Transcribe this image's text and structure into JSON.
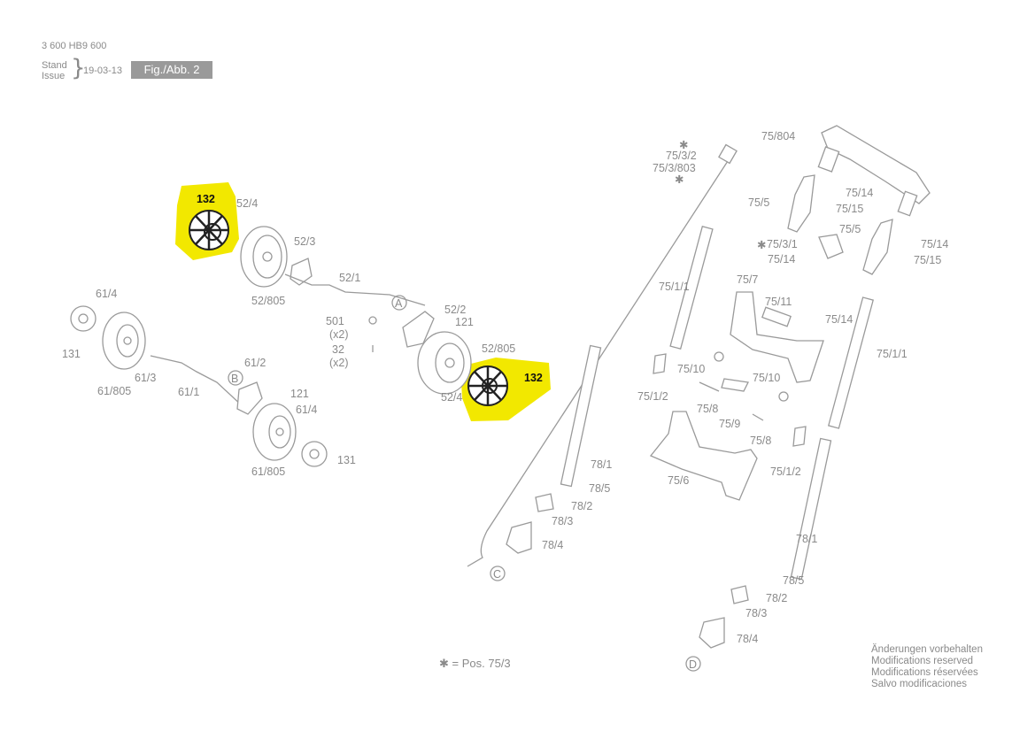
{
  "header": {
    "part_number": "3 600 HB9 600",
    "stand_label": "Stand",
    "issue_label": "Issue",
    "date": "19-03-13",
    "figure": "Fig./Abb. 2"
  },
  "footnote": {
    "star": "✱",
    "text": "= Pos. 75/3"
  },
  "notice": {
    "de": "Änderungen vorbehalten",
    "en": "Modifications reserved",
    "fr": "Modifications réservées",
    "es": "Salvo modificaciones"
  },
  "star": "✱",
  "highlight_color": "#f2e800",
  "circle_labels": {
    "a": "A",
    "b": "B",
    "c": "C",
    "d": "D"
  },
  "labels": {
    "p132": "132",
    "p52_4": "52/4",
    "p52_3": "52/3",
    "p52_805": "52/805",
    "p52_1": "52/1",
    "p52_2": "52/2",
    "p121": "121",
    "p501": "501",
    "x2": "(x2)",
    "p32": "32",
    "p61_4": "61/4",
    "p131": "131",
    "p61_805": "61/805",
    "p61_3": "61/3",
    "p61_1": "61/1",
    "p61_2": "61/2",
    "p75_3_2": "75/3/2",
    "p75_3_803": "75/3/803",
    "p75_804": "75/804",
    "p75_14": "75/14",
    "p75_15": "75/15",
    "p75_5": "75/5",
    "p75_3_1": "75/3/1",
    "p75_1_1": "75/1/1",
    "p75_7": "75/7",
    "p75_11": "75/11",
    "p75_10": "75/10",
    "p75_1_2": "75/1/2",
    "p75_8": "75/8",
    "p75_9": "75/9",
    "p75_6": "75/6",
    "p78_1": "78/1",
    "p78_5": "78/5",
    "p78_2": "78/2",
    "p78_3": "78/3",
    "p78_4": "78/4"
  }
}
